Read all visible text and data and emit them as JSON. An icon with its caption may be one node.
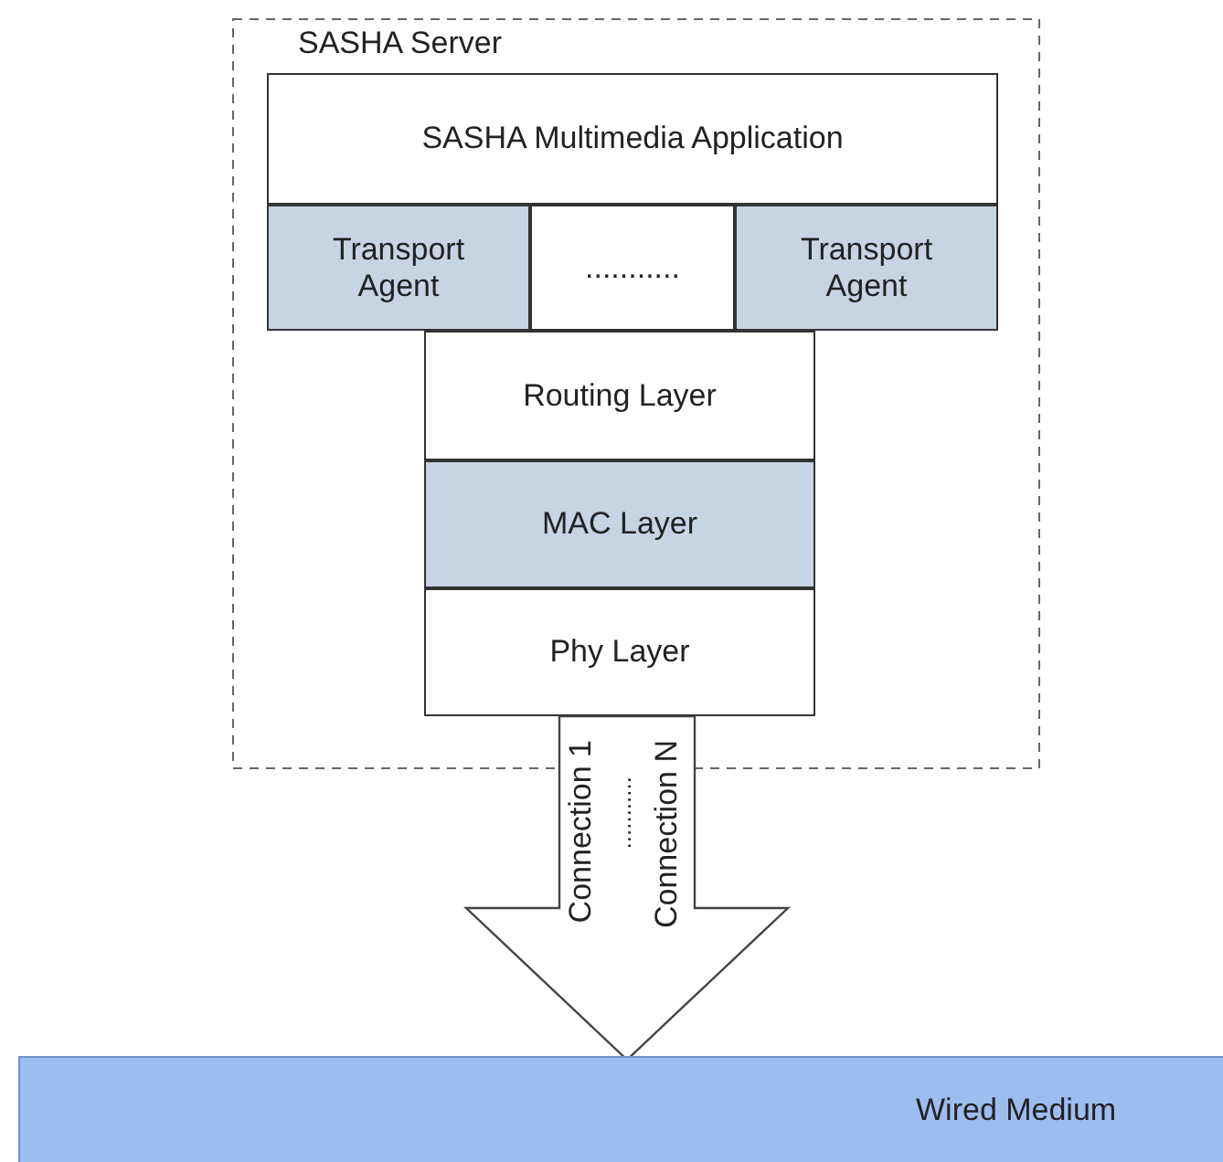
{
  "diagram": {
    "nodes": [
      {
        "text": [
          "SASHA Server"
        ]
      },
      {
        "text": [
          "SASHA Multimedia Application"
        ],
        "in": 0
      },
      {
        "text": [
          "Transport Agent"
        ],
        "in": 0
      },
      {
        "text": [
          "..........."
        ],
        "in": 0
      },
      {
        "text": [
          "Transport Agent"
        ],
        "in": 0
      },
      {
        "text": [
          "Routing Layer"
        ],
        "in": 0
      },
      {
        "text": [
          "MAC Layer"
        ],
        "in": 0
      },
      {
        "text": [
          "Phy Layer"
        ],
        "in": 0
      },
      {
        "text": [
          "Wired Medium"
        ]
      }
    ],
    "edges": [
      {
        "from": 7,
        "to": 8,
        "arrow": "to",
        "style": "thick"
      }
    ],
    "labels": [
      "Connection 1",
      "...........",
      "Connection N"
    ]
  }
}
